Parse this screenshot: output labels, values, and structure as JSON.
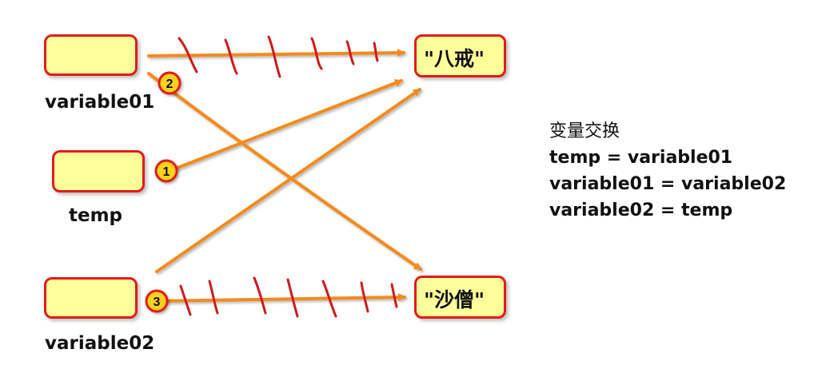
{
  "variables": {
    "var01_label": "variable01",
    "temp_label": "temp",
    "var02_label": "variable02"
  },
  "values": {
    "value1": "\"八戒\"",
    "value2": "\"沙僧\""
  },
  "steps": [
    "1",
    "2",
    "3"
  ],
  "notes": {
    "title": "变量交换",
    "lines": [
      "temp = variable01",
      "variable01 = variable02",
      "variable02 = temp"
    ]
  },
  "colors": {
    "arrow": "#f48a1c",
    "border": "#e21b1b",
    "box_fill": "#ffff99",
    "strike": "#d01a1a"
  }
}
